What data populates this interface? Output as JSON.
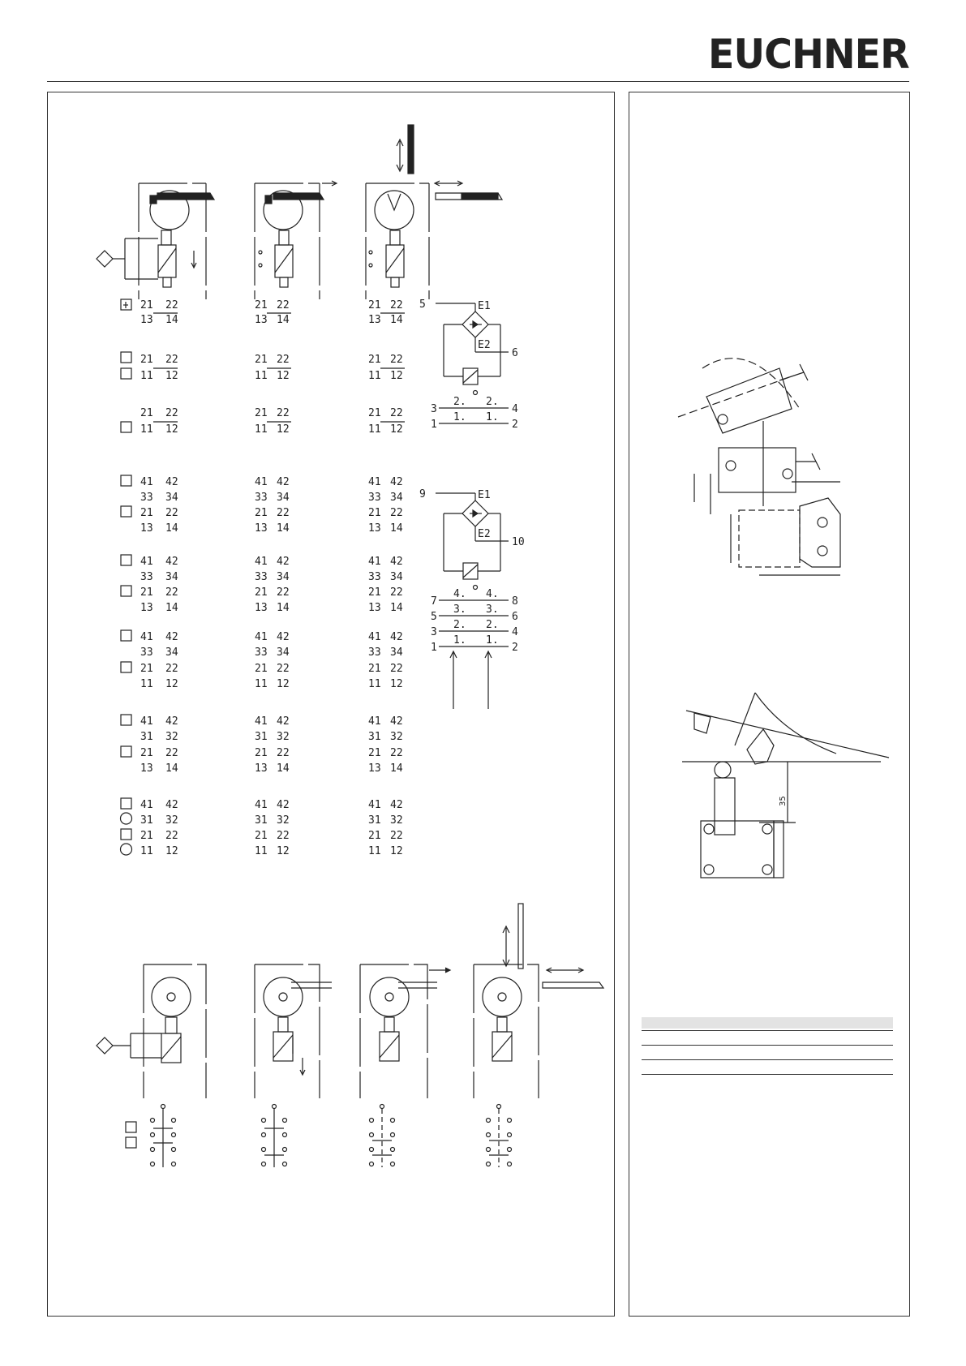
{
  "brand": {
    "logo_text": "EUCHNER"
  },
  "contact_blocks": {
    "row1": [
      [
        "21",
        "22"
      ],
      [
        "13",
        "14"
      ]
    ],
    "row2": [
      [
        "21",
        "22"
      ],
      [
        "11",
        "12"
      ]
    ],
    "row3": [
      [
        "21",
        "22"
      ],
      [
        "11",
        "12"
      ]
    ],
    "row4": [
      [
        "41",
        "42"
      ],
      [
        "33",
        "34"
      ],
      [
        "21",
        "22"
      ],
      [
        "13",
        "14"
      ]
    ],
    "row5": [
      [
        "41",
        "42"
      ],
      [
        "33",
        "34"
      ],
      [
        "21",
        "22"
      ],
      [
        "13",
        "14"
      ]
    ],
    "row6": [
      [
        "41",
        "42"
      ],
      [
        "33",
        "34"
      ],
      [
        "21",
        "22"
      ],
      [
        "11",
        "12"
      ]
    ],
    "row7": [
      [
        "41",
        "42"
      ],
      [
        "31",
        "32"
      ],
      [
        "21",
        "22"
      ],
      [
        "13",
        "14"
      ]
    ],
    "row8": [
      [
        "41",
        "42"
      ],
      [
        "31",
        "32"
      ],
      [
        "21",
        "22"
      ],
      [
        "11",
        "12"
      ]
    ]
  },
  "solenoid_diagram_1": {
    "terminal_in": "5",
    "terminal_out": "6",
    "e1": "E1",
    "e2": "E2",
    "contacts": [
      {
        "left": "3",
        "label": "2.",
        "right": "4"
      },
      {
        "left": "1",
        "label": "1.",
        "right": "2"
      }
    ]
  },
  "solenoid_diagram_2": {
    "terminal_in": "9",
    "terminal_out": "10",
    "e1": "E1",
    "e2": "E2",
    "contacts": [
      {
        "left": "7",
        "label": "4.",
        "right": "8"
      },
      {
        "left": "5",
        "label": "3.",
        "right": "6"
      },
      {
        "left": "3",
        "label": "2.",
        "right": "4"
      },
      {
        "left": "1",
        "label": "1.",
        "right": "2"
      }
    ]
  },
  "dimension": {
    "value": "35"
  }
}
